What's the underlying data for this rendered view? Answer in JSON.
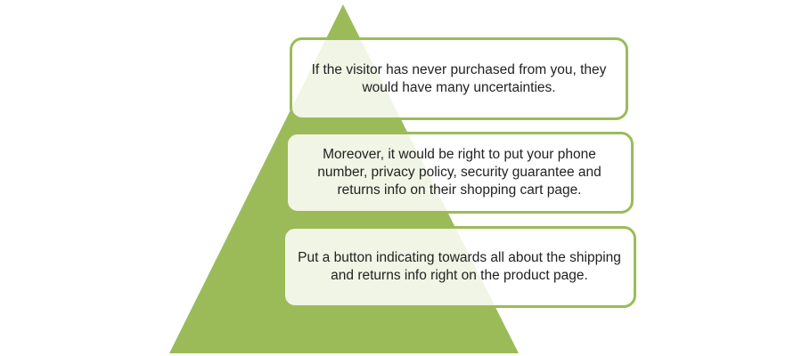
{
  "colors": {
    "pyramid": "#9bbb59",
    "border": "#9bbb59"
  },
  "levels": [
    {
      "text": "If the visitor has never purchased from you, they would have many uncertainties."
    },
    {
      "text": "Moreover, it would be right to put your phone number, privacy policy, security guarantee and returns info on their shopping cart page."
    },
    {
      "text": "Put a button indicating towards all about the shipping and returns info right on the product page."
    }
  ]
}
